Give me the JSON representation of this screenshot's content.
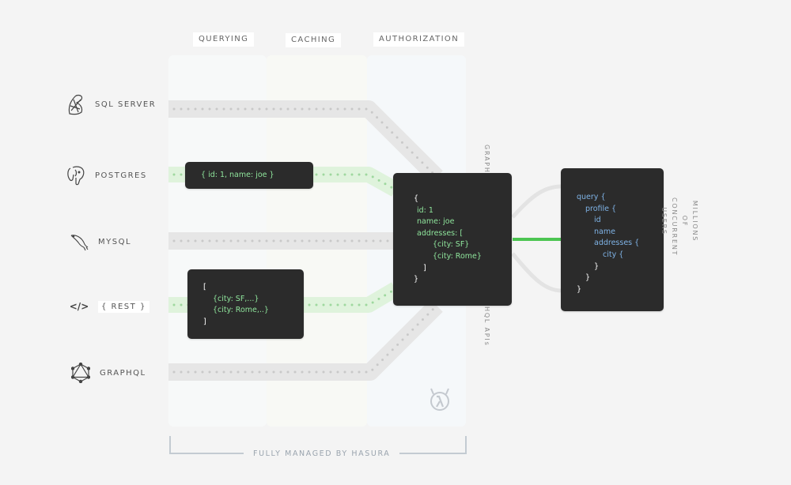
{
  "columns": {
    "querying": "QUERYING",
    "caching": "CACHING",
    "authorization": "AUTHORIZATION"
  },
  "sources": [
    {
      "label": "SQL SERVER",
      "icon": "sql-server-icon"
    },
    {
      "label": "POSTGRES",
      "icon": "postgres-elephant-icon"
    },
    {
      "label": "MYSQL",
      "icon": "mysql-dolphin-icon"
    },
    {
      "label": "{ REST }",
      "icon": "code-brackets-icon",
      "icon_text": "</>"
    },
    {
      "label": "GRAPHQL",
      "icon": "graphql-icon"
    }
  ],
  "cards": {
    "postgres_result": "{ id: 1, name: joe }",
    "rest_result": {
      "open": "[",
      "line1": "{city: SF,...}",
      "line2": "{city: Rome,..}",
      "close": "]"
    },
    "merged": {
      "open": "{",
      "id": "id: 1",
      "name": "name: joe",
      "addresses": "addresses: [",
      "addr1": "{city: SF}",
      "addr2": "{city: Rome}",
      "close_arr": "]",
      "close": "}"
    },
    "query": {
      "l1": "query {",
      "l2": "profile {",
      "l3": "id",
      "l4": "name",
      "l5": "addresses {",
      "l6": "city {",
      "l7": "}",
      "l8": "}",
      "l9": "}"
    }
  },
  "vertical_labels": {
    "graphql_apis_top": "GRAPHQ",
    "graphql_apis_bottom": "HQL APIs",
    "consumers": "MILLIONS OF CONCURRENT USERS"
  },
  "footer": "FULLY MANAGED BY HASURA",
  "brand_icon": "hasura-logo-icon",
  "colors": {
    "pipe_gray": "#e6e6e6",
    "pipe_green": "#dff3dc",
    "dot_gray": "#c9c9c9",
    "dot_green": "#9ed89e",
    "accent_green": "#4cc552",
    "card_bg": "#2b2b2b"
  }
}
